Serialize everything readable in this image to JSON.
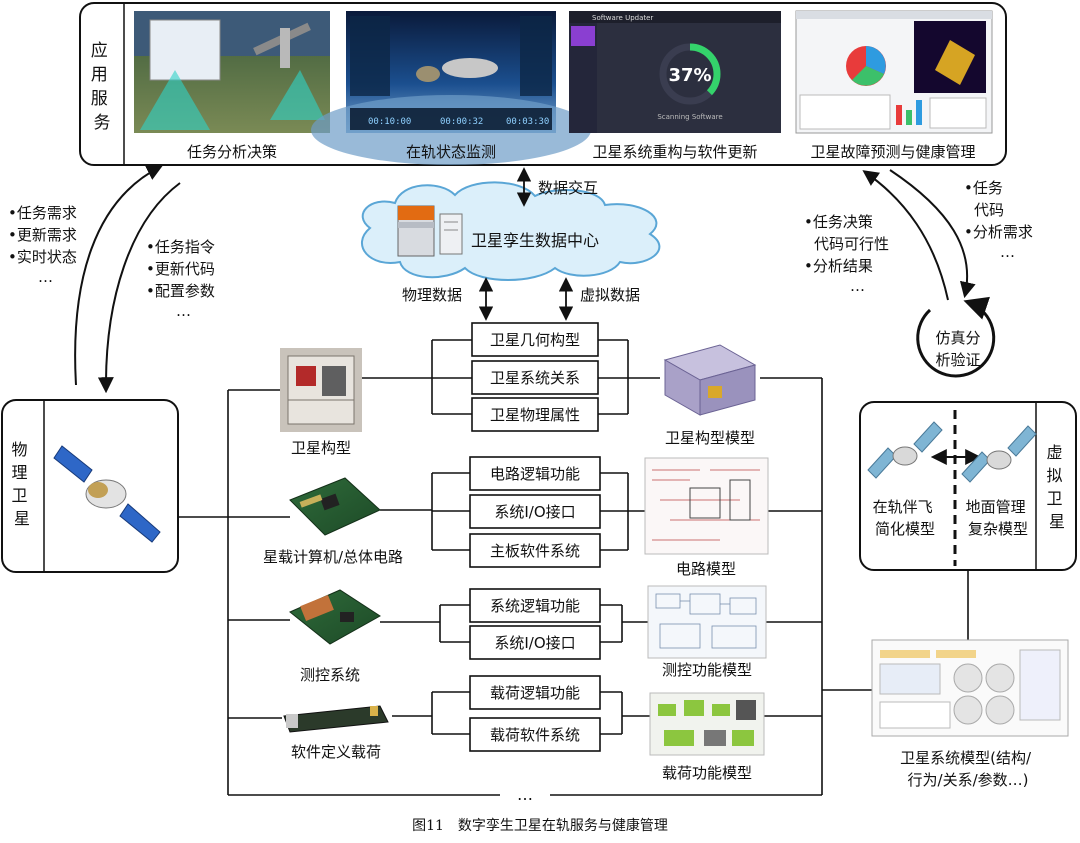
{
  "app_services": {
    "label": "应用服务",
    "items": [
      {
        "label": "任务分析决策"
      },
      {
        "label": "在轨状态监测"
      },
      {
        "label": "卫星系统重构与软件更新"
      },
      {
        "label": "卫星故障预测与健康管理"
      }
    ],
    "monitor_readouts": [
      "00:10:00",
      "00:00:32",
      "00:03:30"
    ],
    "software_updater": {
      "title": "Software Updater",
      "percent": "37%",
      "status": "Scanning Software"
    }
  },
  "data_center": {
    "label": "卫星孪生数据中心",
    "exchange_label": "数据交互",
    "physical_data_label": "物理数据",
    "virtual_data_label": "虚拟数据"
  },
  "left_side": {
    "requests": [
      "•任务需求",
      "•更新需求",
      "•实时状态",
      "…"
    ],
    "commands": [
      "•任务指令",
      "•更新代码",
      "•配置参数",
      "…"
    ]
  },
  "right_side": {
    "needs": [
      "•任务",
      "代码",
      "•分析需求",
      "…"
    ],
    "results": [
      "•任务决策",
      "代码可行性",
      "•分析结果",
      "…"
    ]
  },
  "simulation": {
    "line1": "仿真分",
    "line2": "析验证"
  },
  "physical_satellite": {
    "label": [
      "物",
      "理",
      "卫",
      "星"
    ]
  },
  "virtual_satellite": {
    "label": [
      "虚",
      "拟",
      "卫",
      "星"
    ],
    "onboard_model": [
      "在轨伴飞",
      "简化模型"
    ],
    "ground_model": [
      "地面管理",
      "复杂模型"
    ]
  },
  "components": {
    "config": "卫星构型",
    "computer": "星载计算机/总体电路",
    "ttc": "测控系统",
    "payload": "软件定义载荷",
    "more": "…"
  },
  "middle_boxes": {
    "group1": [
      "卫星几何构型",
      "卫星系统关系",
      "卫星物理属性"
    ],
    "group2": [
      "电路逻辑功能",
      "系统I/O接口",
      "主板软件系统"
    ],
    "group3": [
      "系统逻辑功能",
      "系统I/O接口"
    ],
    "group4": [
      "载荷逻辑功能",
      "载荷软件系统"
    ]
  },
  "models": {
    "config": "卫星构型模型",
    "circuit": "电路模型",
    "ttc": "测控功能模型",
    "payload": "载荷功能模型",
    "system_model": [
      "卫星系统模型(结构/",
      "行为/关系/参数…)"
    ]
  },
  "caption": "图11　数字孪生卫星在轨服务与健康管理"
}
